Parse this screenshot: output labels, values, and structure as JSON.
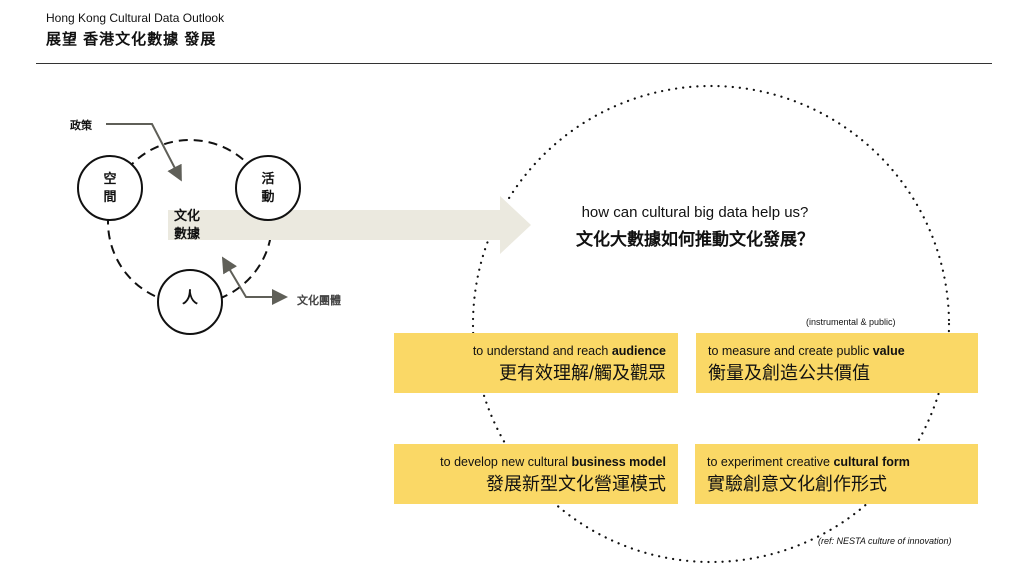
{
  "header": {
    "title_en": "Hong Kong Cultural Data Outlook",
    "title_zh": "展望 香港文化數據 發展"
  },
  "diagram": {
    "policy_label": "政策",
    "node_space": [
      "空",
      "間"
    ],
    "node_activity": [
      "活",
      "動"
    ],
    "node_people": "人",
    "center_label": [
      "文化",
      "數據"
    ],
    "groups_label": "文化團體"
  },
  "question": {
    "en": "how can cultural big data help us?",
    "zh": "文化大數據如何推動文化發展？"
  },
  "instrumental_note": "(instrumental & public)",
  "boxes": [
    {
      "en_prefix": "to understand and reach ",
      "en_bold": "audience",
      "zh": "更有效理解/觸及觀眾"
    },
    {
      "en_prefix": "to measure and create public ",
      "en_bold": "value",
      "zh": "衡量及創造公共價值"
    },
    {
      "en_prefix": "to develop new cultural ",
      "en_bold": "business model",
      "zh": "發展新型文化營運模式"
    },
    {
      "en_prefix": "to experiment creative ",
      "en_bold": "cultural form",
      "zh": "實驗創意文化創作形式"
    }
  ],
  "reference": "(ref: NESTA culture of innovation)",
  "colors": {
    "box": "#fad866",
    "arrow_band": "#ebe9df",
    "pointer": "#5f5f58"
  }
}
